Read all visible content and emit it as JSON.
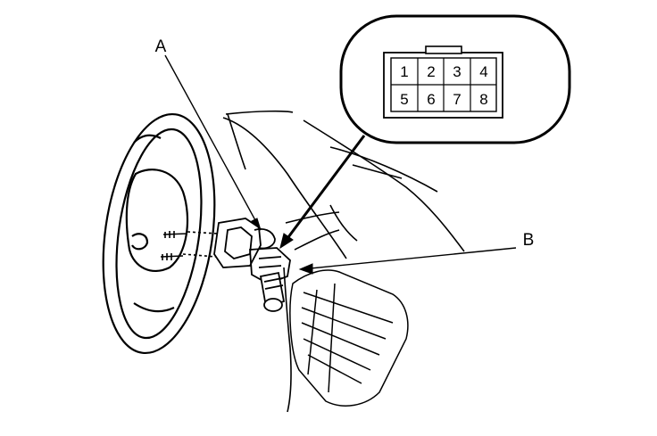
{
  "callouts": {
    "a": "A",
    "b": "B"
  },
  "connector": {
    "pins": [
      [
        "1",
        "2",
        "3",
        "4"
      ],
      [
        "5",
        "6",
        "7",
        "8"
      ]
    ]
  },
  "colors": {
    "line": "#000000",
    "background": "#ffffff"
  }
}
